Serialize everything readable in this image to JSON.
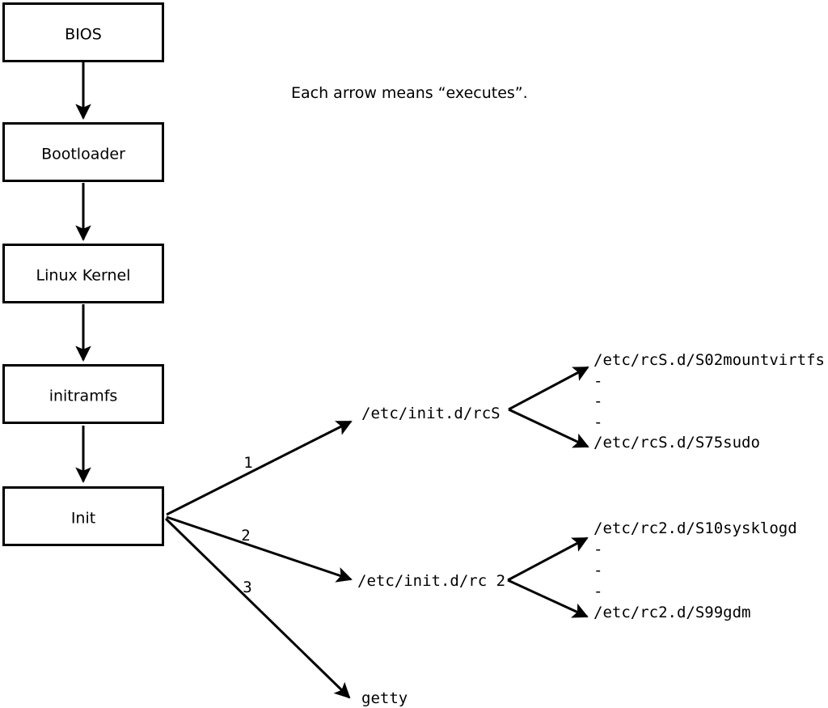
{
  "diagram": {
    "background": "#ffffff",
    "line_color": "#000000",
    "title": "Each arrow means “executes”.",
    "boxes": [
      {
        "label": "BIOS"
      },
      {
        "label": "Bootloader"
      },
      {
        "label": "Linux Kernel"
      },
      {
        "label": "initramfs"
      },
      {
        "label": "Init"
      }
    ],
    "init_branches": [
      {
        "number": "1",
        "target": "/etc/init.d/rcS"
      },
      {
        "number": "2",
        "target": "/etc/init.d/rc 2"
      },
      {
        "number": "3",
        "target": "getty"
      }
    ],
    "rcS_scripts": {
      "first": "/etc/rcS.d/S02mountvirtfs",
      "dashes": [
        "-",
        "-",
        "-"
      ],
      "last": "/etc/rcS.d/S75sudo"
    },
    "rc2_scripts": {
      "first": "/etc/rc2.d/S10sysklogd",
      "dashes": [
        "-",
        "-",
        "-"
      ],
      "last": "/etc/rc2.d/S99gdm"
    }
  }
}
